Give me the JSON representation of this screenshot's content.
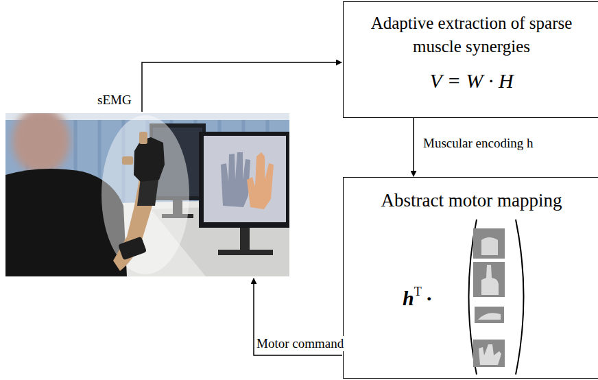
{
  "diagram": {
    "nodes": [
      {
        "text": [
          "Adaptive extraction of sparse muscle synergies",
          "V = W · H"
        ]
      },
      {
        "text": [
          "Abstract motor mapping",
          "h",
          "T",
          "·"
        ]
      }
    ],
    "edges": [
      {
        "from": 0,
        "to": 1,
        "arrow": "to",
        "label": "Muscular encoding h"
      }
    ],
    "labels": [
      "sEMG",
      "Motor command"
    ]
  }
}
